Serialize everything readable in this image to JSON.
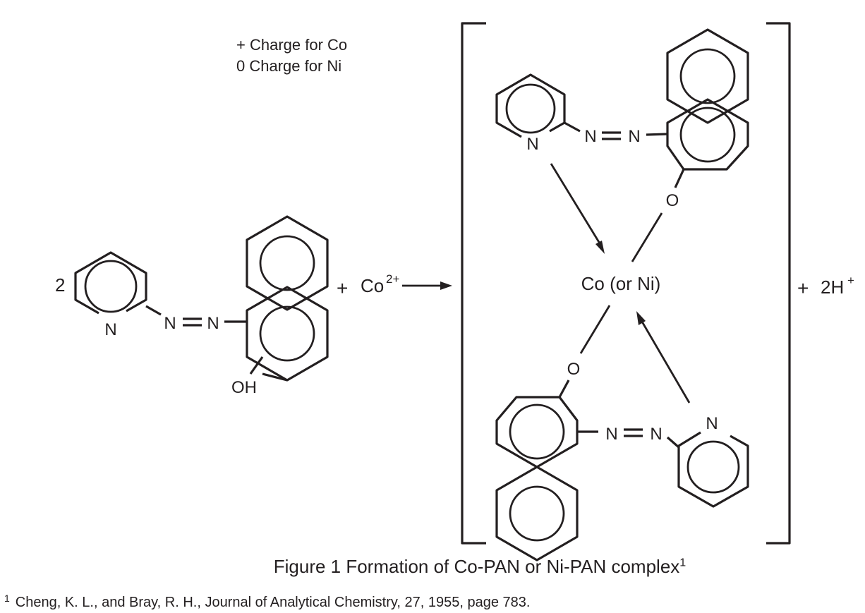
{
  "notes": {
    "line1": "+ Charge for Co",
    "line2": "0 Charge for Ni"
  },
  "reactant": {
    "coefficient": "2",
    "pyridine_n": "N",
    "azo_n1": "N",
    "azo_n2": "N",
    "hydroxyl": "OH"
  },
  "reagent": {
    "plus": "+",
    "ion": "Co",
    "charge": "2+"
  },
  "complex": {
    "center": "Co (or Ni)",
    "top": {
      "pyridine_n": "N",
      "azo_n1": "N",
      "azo_n2": "N",
      "oxygen": "O"
    },
    "bottom": {
      "pyridine_n": "N",
      "azo_n1": "N",
      "azo_n2": "N",
      "oxygen": "O"
    }
  },
  "product2": {
    "plus": "+",
    "species": "2H",
    "charge": "+"
  },
  "caption": {
    "text": "Figure 1  Formation of Co-PAN or Ni-PAN complex",
    "ref": "1"
  },
  "footnote": {
    "mark": "1",
    "text": "Cheng, K. L., and Bray, R. H., Journal of Analytical Chemistry, 27, 1955, page 783."
  }
}
